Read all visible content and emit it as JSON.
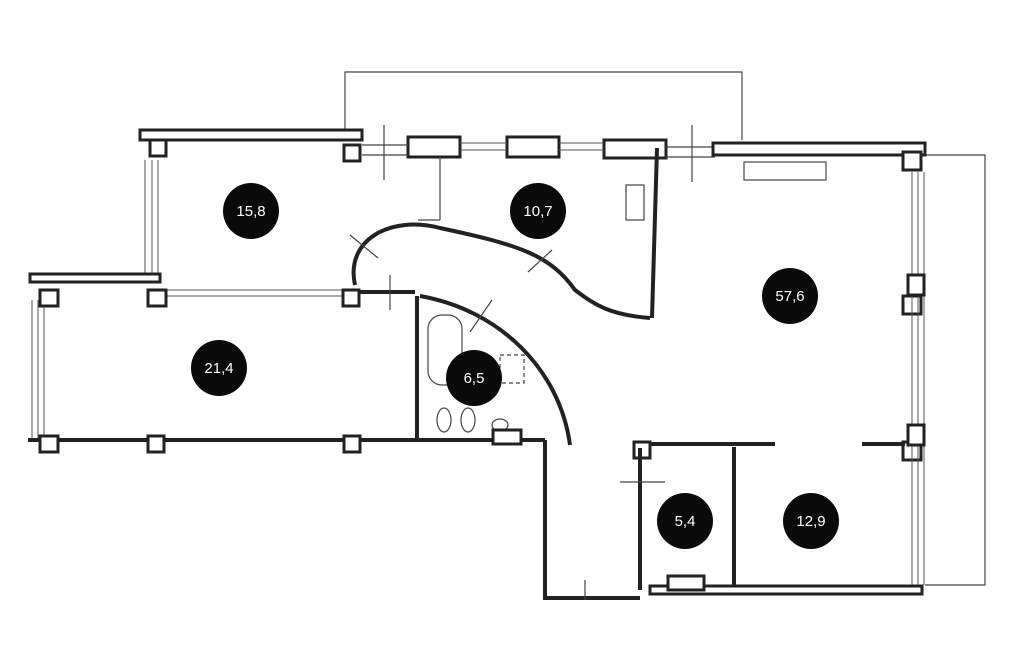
{
  "rooms": [
    {
      "area": "15,8"
    },
    {
      "area": "10,7"
    },
    {
      "area": "57,6"
    },
    {
      "area": "21,4"
    },
    {
      "area": "6,5"
    },
    {
      "area": "5,4"
    },
    {
      "area": "12,9"
    }
  ]
}
